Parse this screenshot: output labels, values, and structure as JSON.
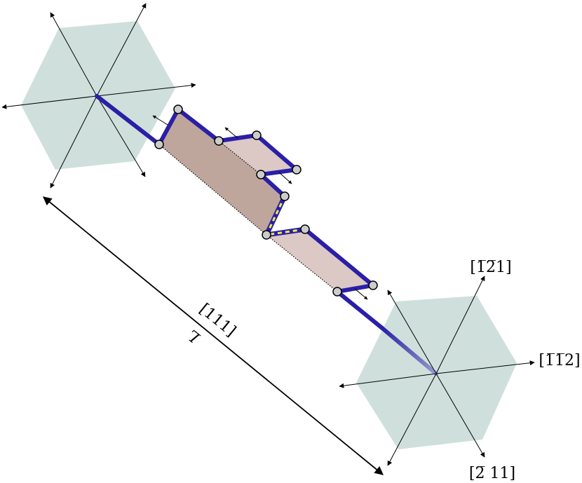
{
  "labels": {
    "dir_1m21": "[1̅2̅1]",
    "dir_m1m12": "[1̅1̅2]",
    "dir_m211": "[2̅ 11]",
    "dir_111": "[111]",
    "length": "L"
  },
  "colors": {
    "hexagon_fill": "#cfe0dc",
    "dislocation_line": "#2b1fa6",
    "faulted_dark": "#bfa69d",
    "faulted_light": "#dcc9c6",
    "node_fill": "#cccccc",
    "yellow_dash": "#e8f04a"
  }
}
